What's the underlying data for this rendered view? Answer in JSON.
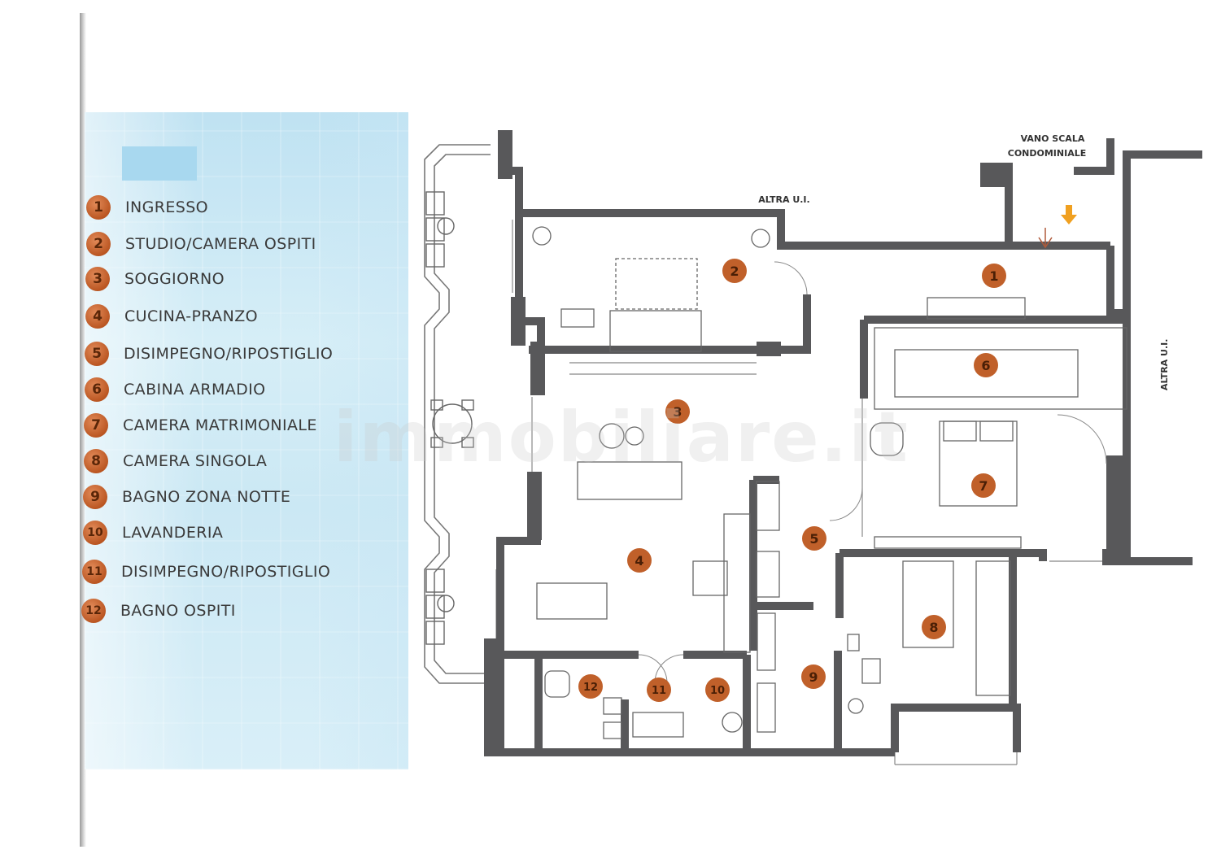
{
  "legend": {
    "items": [
      {
        "num": "1",
        "label": "INGRESSO"
      },
      {
        "num": "2",
        "label": "STUDIO/CAMERA OSPITI"
      },
      {
        "num": "3",
        "label": "SOGGIORNO"
      },
      {
        "num": "4",
        "label": "CUCINA-PRANZO"
      },
      {
        "num": "5",
        "label": "DISIMPEGNO/RIPOSTIGLIO"
      },
      {
        "num": "6",
        "label": "CABINA ARMADIO"
      },
      {
        "num": "7",
        "label": "CAMERA MATRIMONIALE"
      },
      {
        "num": "8",
        "label": "CAMERA SINGOLA"
      },
      {
        "num": "9",
        "label": "BAGNO ZONA NOTTE"
      },
      {
        "num": "10",
        "label": "LAVANDERIA"
      },
      {
        "num": "11",
        "label": "DISIMPEGNO/RIPOSTIGLIO"
      },
      {
        "num": "12",
        "label": "BAGNO OSPITI"
      }
    ]
  },
  "plan": {
    "stair_label_1": "VANO SCALA",
    "stair_label_2": "CONDOMINIALE",
    "neighbor_top": "ALTRA U.I.",
    "neighbor_right": "ALTRA U.I.",
    "entrance_arrow_color": "#f0a020",
    "room_badges": [
      "1",
      "2",
      "3",
      "4",
      "5",
      "6",
      "7",
      "8",
      "9",
      "10",
      "11",
      "12"
    ]
  },
  "watermark": "immobiliare.it",
  "colors": {
    "wall": "#58585a",
    "badge": "#c0602a",
    "panel": "#cfe9f5"
  }
}
